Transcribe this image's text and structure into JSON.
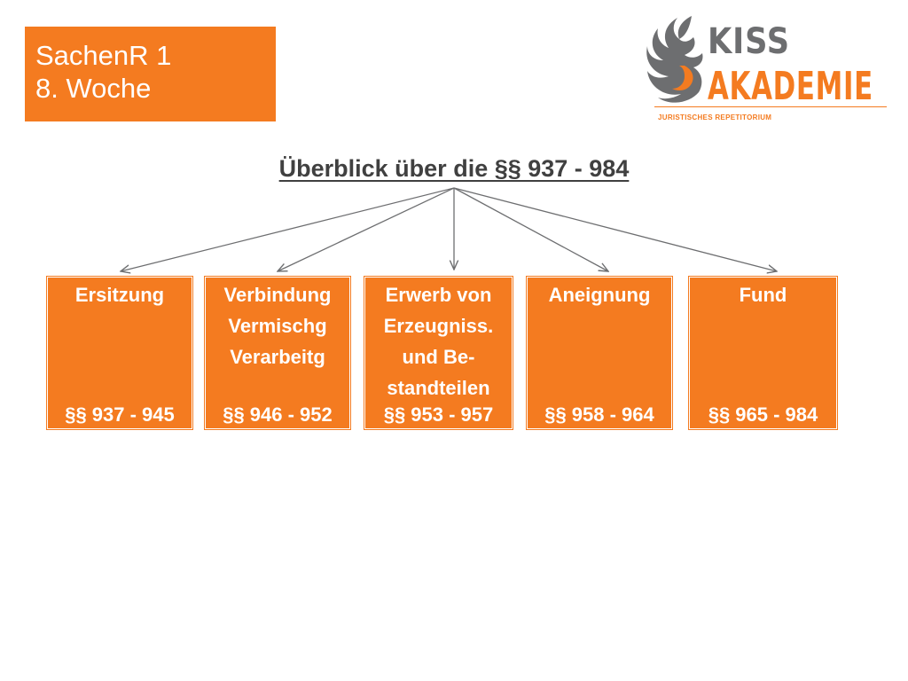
{
  "header": {
    "title_line1": "SachenR 1",
    "title_line2": "8. Woche"
  },
  "logo": {
    "word1": "KISS",
    "word2": "AKADEMIE",
    "tagline": "JURISTISCHES REPETITORIUM"
  },
  "diagram": {
    "heading": "Überblick über die §§ 937 - 984",
    "nodes": [
      {
        "label": "Ersitzung",
        "sections": "§§ 937 - 945"
      },
      {
        "label": "Verbindung\nVermischg\nVerarbeitg",
        "sections": "§§ 946 - 952"
      },
      {
        "label": "Erwerb von\nErzeugniss.\nund Be-\nstandteilen",
        "sections": "§§ 953 - 957"
      },
      {
        "label": "Aneignung",
        "sections": "§§ 958 - 964"
      },
      {
        "label": "Fund",
        "sections": "§§ 965 - 984"
      }
    ]
  },
  "colors": {
    "accent": "#f47b20",
    "logo_gray": "#6d6e70",
    "heading": "#404040",
    "arrow": "#6d6e70"
  }
}
